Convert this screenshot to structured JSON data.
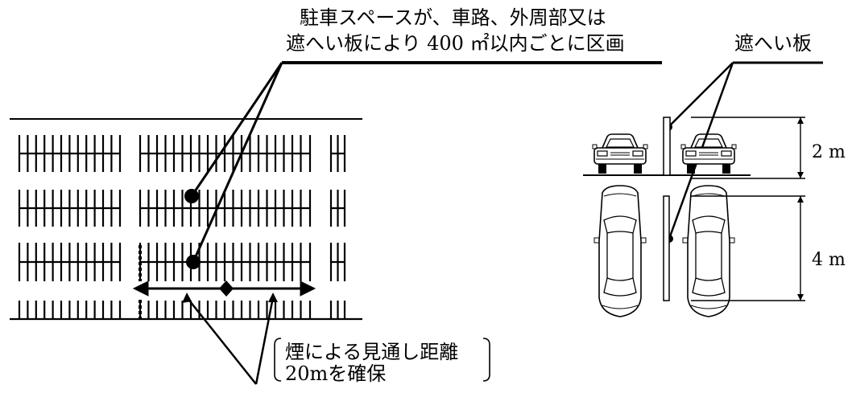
{
  "callout_top": {
    "line1": "駐車スペースが、車路、外周部又は",
    "line2": "遮へい板により 400 ㎡以内ごとに区画"
  },
  "callout_panel": {
    "label": "遮へい板"
  },
  "callout_visibility": {
    "line1": "煙による見通し距離",
    "line2": "20mを確保"
  },
  "dimensions": {
    "top": "2 m",
    "bottom": "4 m"
  },
  "colors": {
    "ink": "#000000",
    "paper": "#ffffff"
  }
}
